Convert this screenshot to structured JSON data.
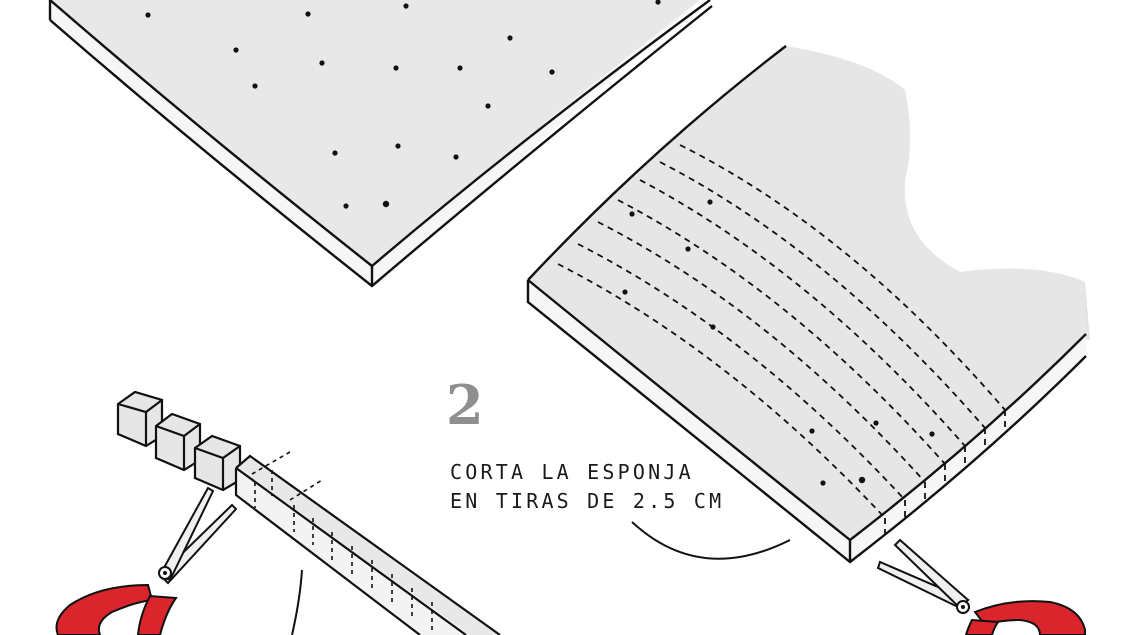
{
  "step": {
    "number": "2",
    "caption_line1": "CORTA LA ESPONJA",
    "caption_line2": "EN TIRAS DE 2.5 CM"
  },
  "illustration": {
    "icons": [
      "sponge-sheet",
      "scissors-icon",
      "sponge-strip",
      "sponge-cube"
    ],
    "colors": {
      "sponge_fill": "#e8e8e8",
      "sponge_side": "#f6f6f6",
      "shadow_fill": "#e2e2e2",
      "scissors_handle": "#d9252b",
      "outline": "#111111",
      "step_number": "#8f8f8f"
    }
  }
}
